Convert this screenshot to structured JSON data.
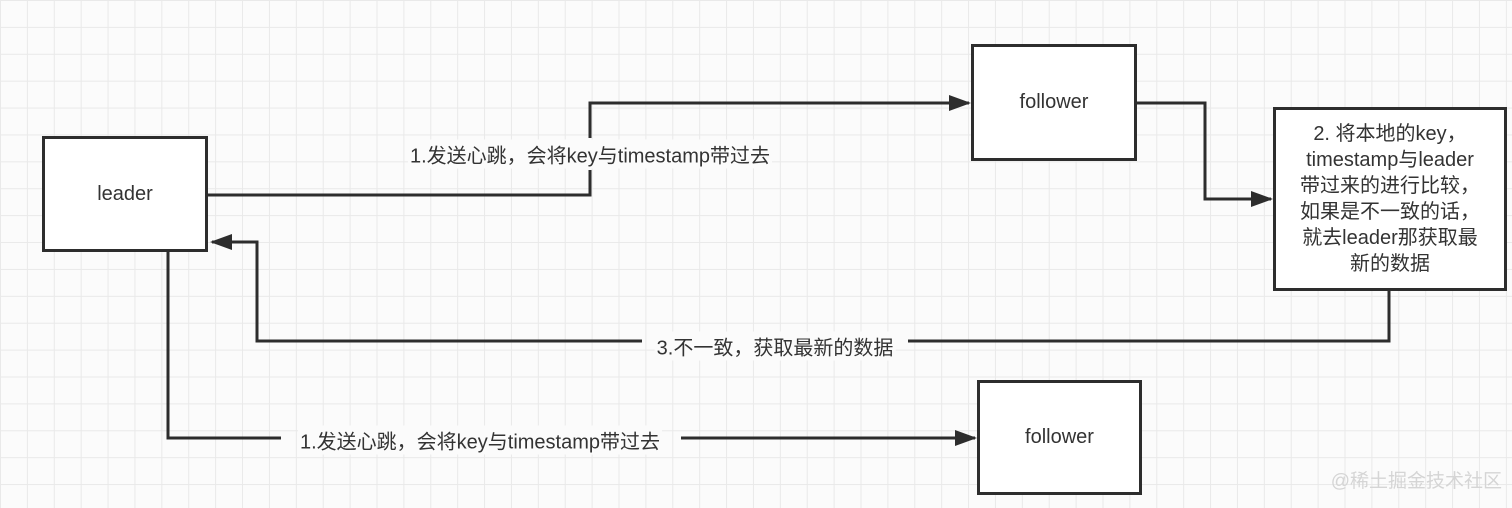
{
  "diagram": {
    "nodes": {
      "leader": "leader",
      "follower_top": "follower",
      "follower_bottom": "follower",
      "compare_note": "2. 将本地的key，\ntimestamp与leader\n带过来的进行比较，\n如果是不一致的话，\n就去leader那获取最\n新的数据"
    },
    "edge_labels": {
      "heartbeat_top": "1.发送心跳，会将key与timestamp带过去",
      "mismatch": "3.不一致，获取最新的数据",
      "heartbeat_bottom": "1.发送心跳，会将key与timestamp带过去"
    },
    "watermark": "@稀土掘金技术社区",
    "colors": {
      "stroke": "#2d2d2d",
      "text": "#333333",
      "node_fill": "#ffffff",
      "background": "#fbfbfb",
      "grid_line": "#e9e9e9",
      "watermark": "#d5d5d5"
    }
  }
}
